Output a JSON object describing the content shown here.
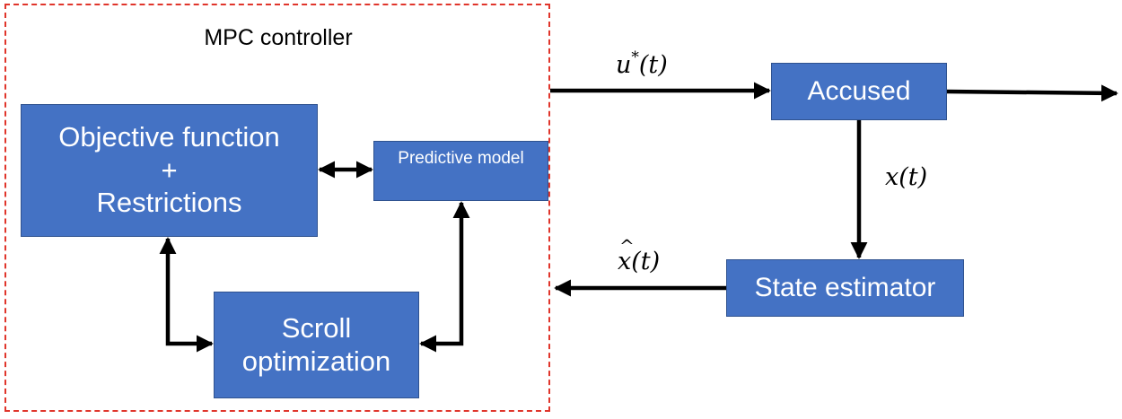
{
  "controller": {
    "title": "MPC controller",
    "border_color": "#e0352b"
  },
  "blocks": {
    "objective_line1": "Objective function",
    "objective_line2": "+",
    "objective_line3": "Restrictions",
    "predictive_model": "Predictive model",
    "scroll_line1": "Scroll",
    "scroll_line2": "optimization",
    "accused": "Accused",
    "state_estimator": "State estimator",
    "fill_color": "#4472c4",
    "text_color": "#ffffff"
  },
  "signals": {
    "u_symbol": "u",
    "u_superscript": "*",
    "u_arg": "(t)",
    "x_label": "x(t)",
    "xhat_symbol": "x",
    "xhat_arg": "(t)"
  },
  "connector_color": "#000000"
}
